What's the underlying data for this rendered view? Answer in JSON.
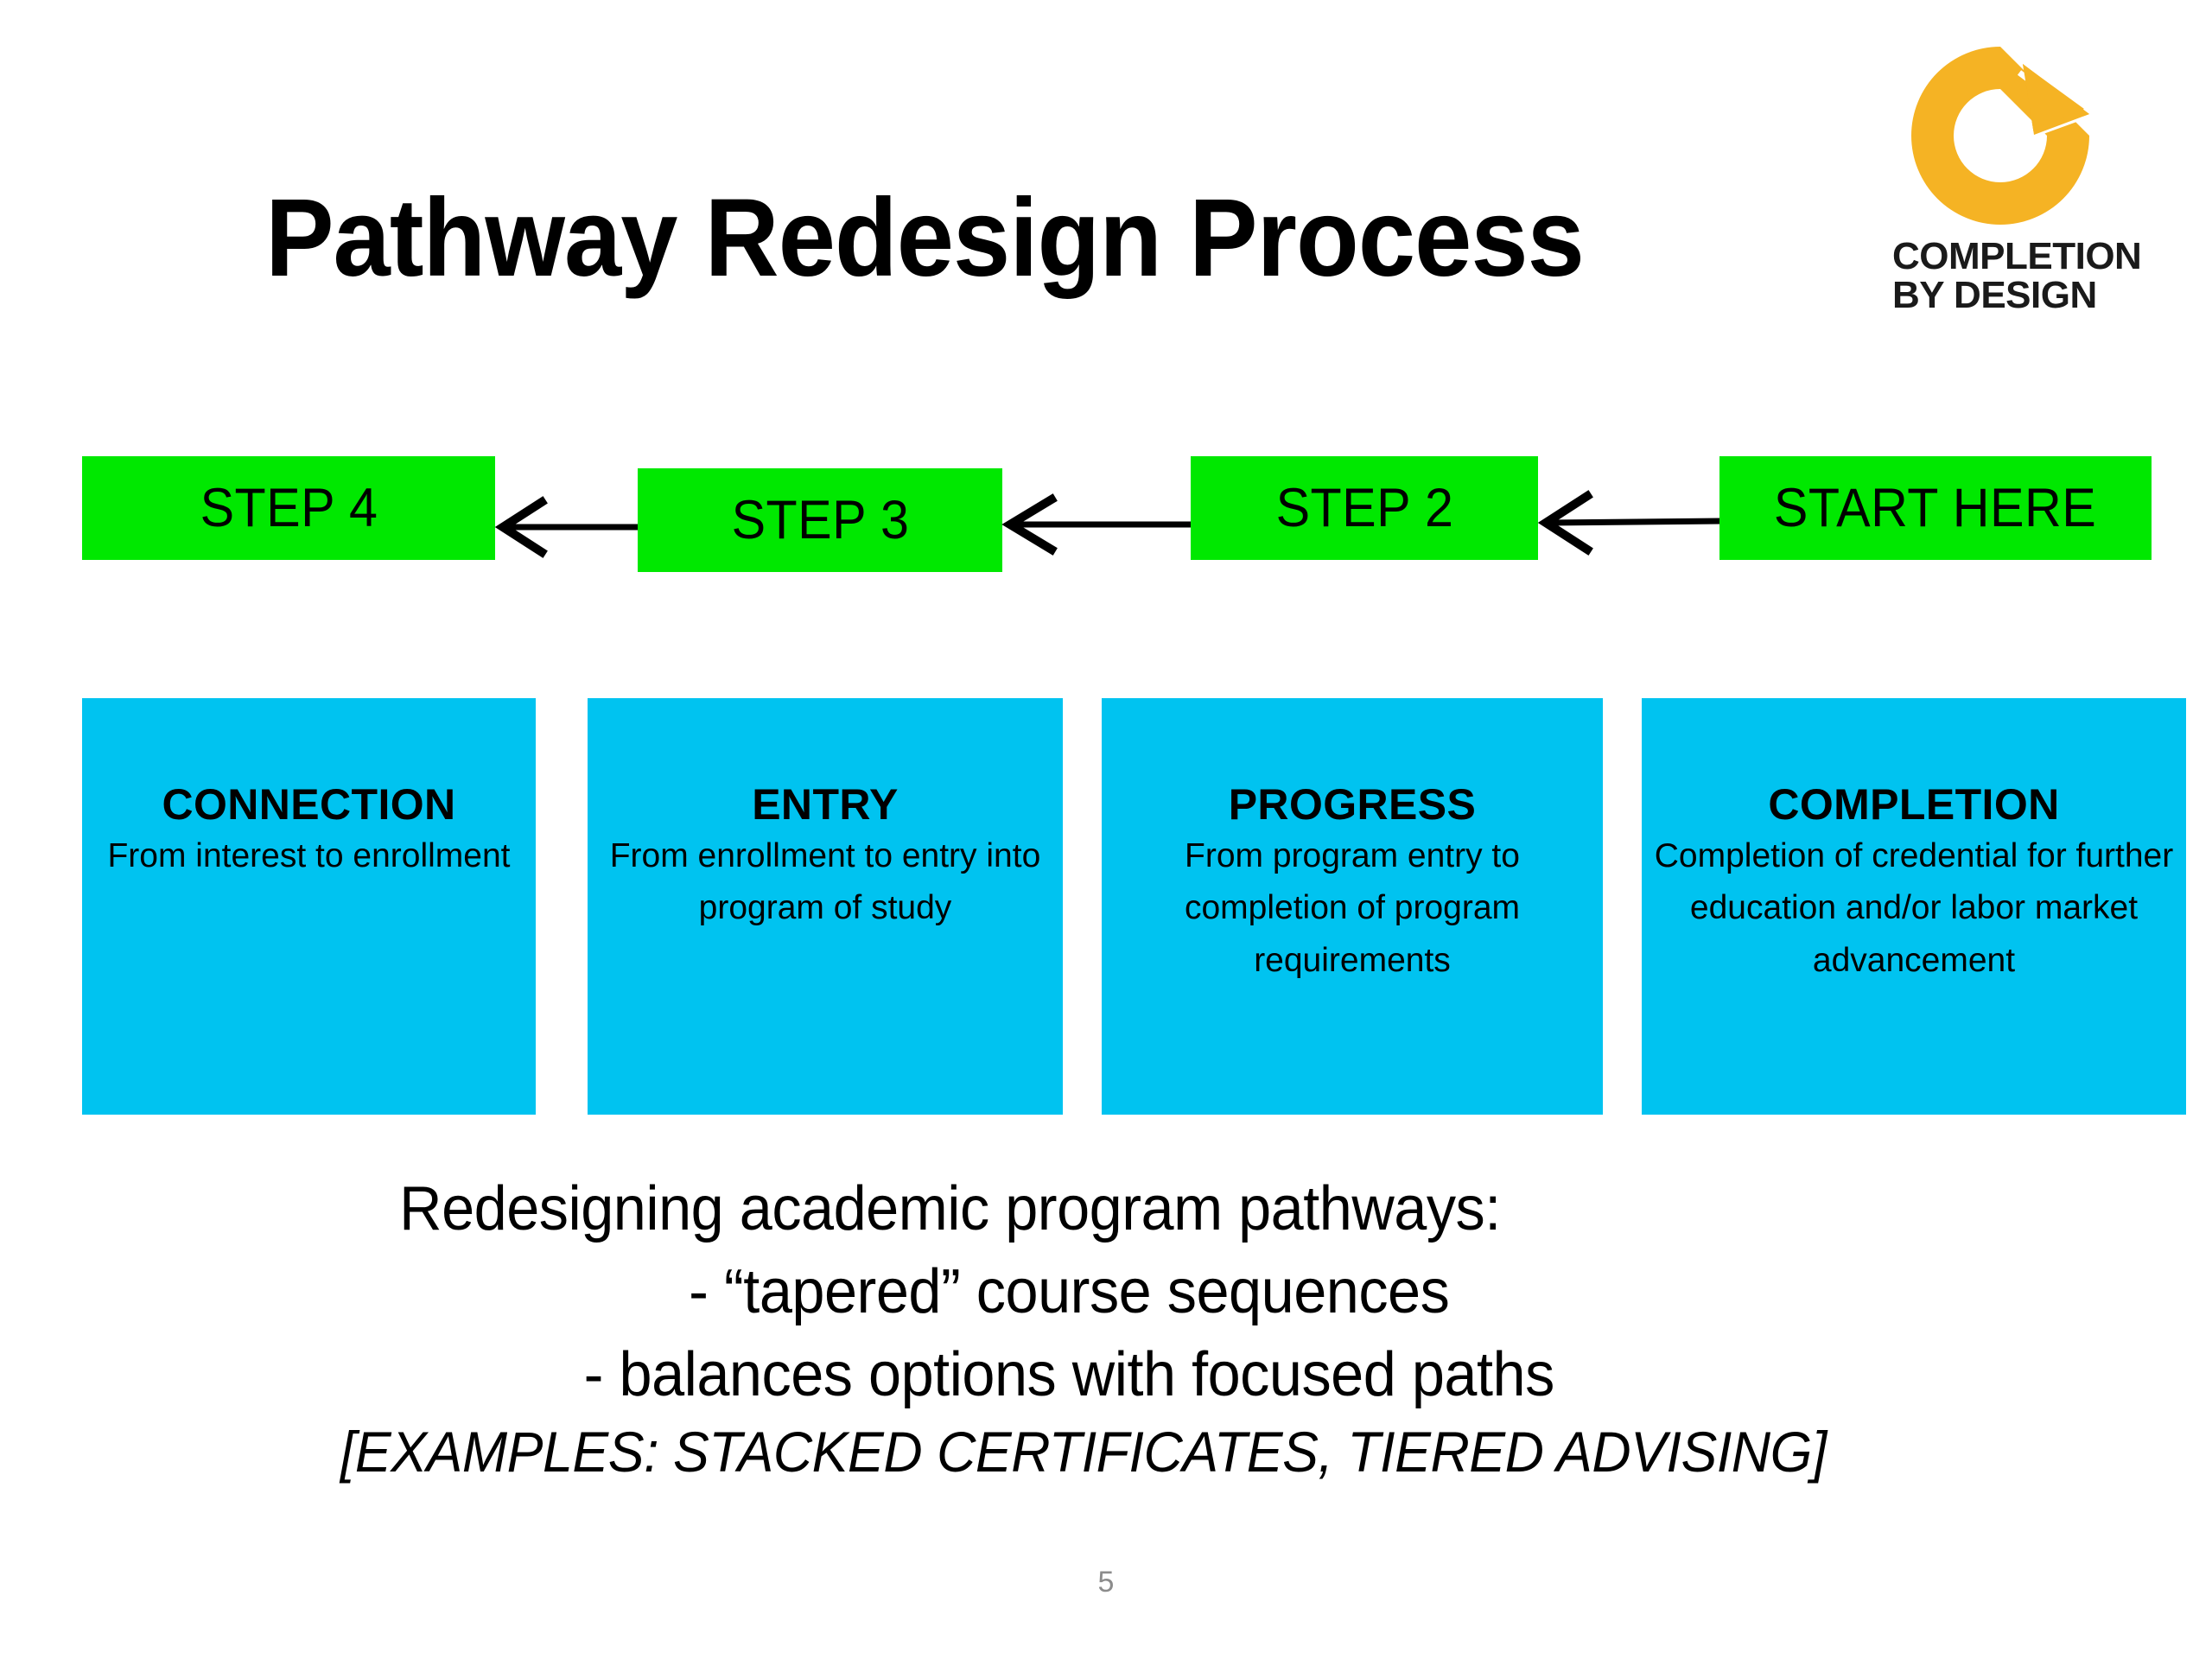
{
  "slide": {
    "title": "Pathway Redesign Process",
    "page_number": "5",
    "background_color": "#ffffff"
  },
  "logo": {
    "name": "completion-by-design-logo",
    "mark_color": "#F5B324",
    "line1": "COMPLETION",
    "line2": "BY DESIGN"
  },
  "steps": {
    "box_color": "#00E800",
    "items": [
      {
        "label": "STEP 4"
      },
      {
        "label": "STEP 3"
      },
      {
        "label": "STEP 2"
      },
      {
        "label": "START HERE"
      }
    ],
    "arrow_direction": "left",
    "arrow_color": "#000000"
  },
  "stages": {
    "box_color": "#00C3F0",
    "items": [
      {
        "title": "CONNECTION",
        "desc": "From interest to enrollment"
      },
      {
        "title": "ENTRY",
        "desc": "From enrollment to entry into program of study"
      },
      {
        "title": "PROGRESS",
        "desc": "From program entry to completion of program requirements"
      },
      {
        "title": "COMPLETION",
        "desc": "Completion of credential for further education and/or labor market advancement"
      }
    ]
  },
  "footer_text": {
    "lead": "Redesigning academic program pathways:",
    "bullet1": "- “tapered” course sequences",
    "bullet2": "- balances options with focused paths",
    "examples": "[EXAMPLES: STACKED CERTIFICATES, TIERED ADVISING]"
  }
}
